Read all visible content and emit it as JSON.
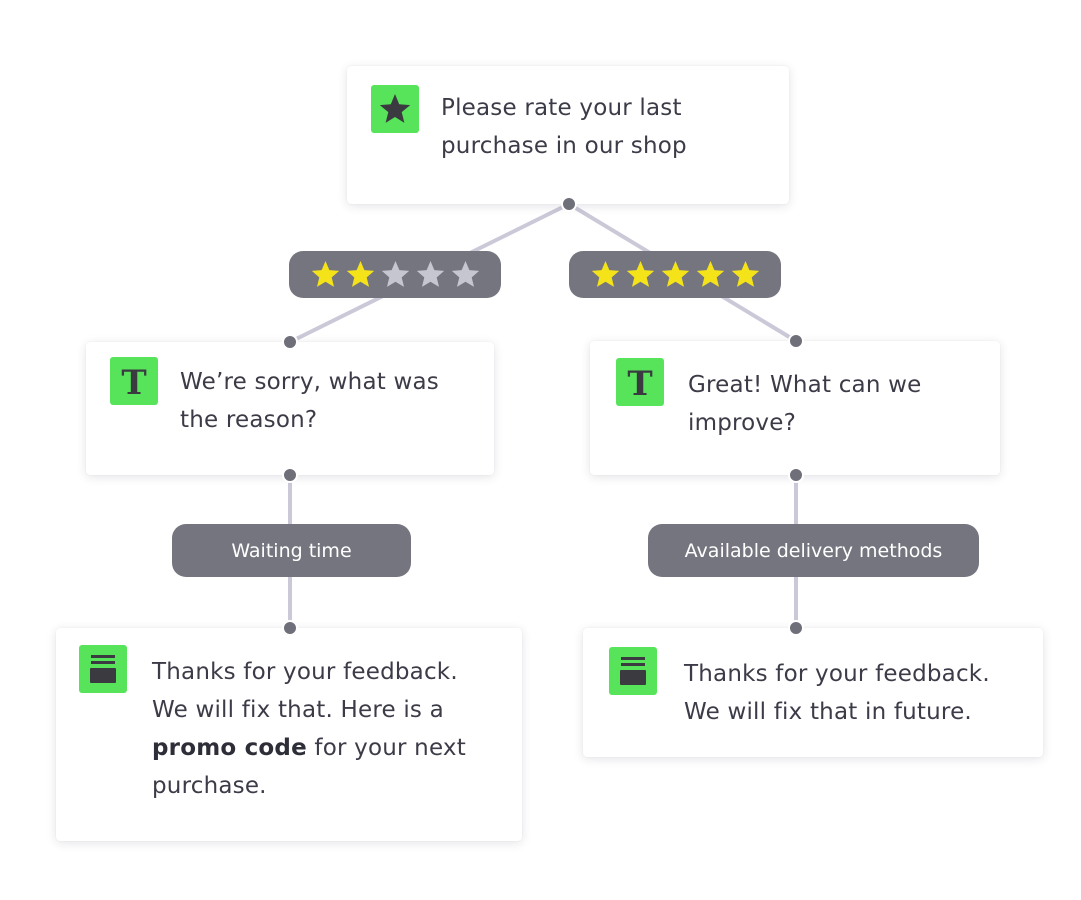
{
  "colors": {
    "icon_bg": "#57e45b",
    "pill_bg": "#75757f",
    "star_filled": "#f5e31a",
    "star_empty": "#c6c6d0",
    "connector": "#cbc9d8"
  },
  "nodes": {
    "root": {
      "icon": "star-icon",
      "text": "Please rate your last purchase in our shop"
    },
    "sorry": {
      "icon": "text-icon",
      "text": "We’re sorry, what was the reason?"
    },
    "great": {
      "icon": "text-icon",
      "text": "Great! What can we improve?"
    },
    "promo": {
      "icon": "coupon-icon",
      "text_before": "Thanks for your feedback. We will fix that. Here is a",
      "bold": "promo code",
      "text_after": "for your next purchase."
    },
    "future": {
      "icon": "coupon-icon",
      "text": "Thanks for your feedback. We will fix that in future."
    }
  },
  "branches": {
    "low_rating": {
      "stars": 2,
      "max": 5
    },
    "high_rating": {
      "stars": 5,
      "max": 5
    },
    "left_answer": "Waiting time",
    "right_answer": "Available delivery methods"
  }
}
